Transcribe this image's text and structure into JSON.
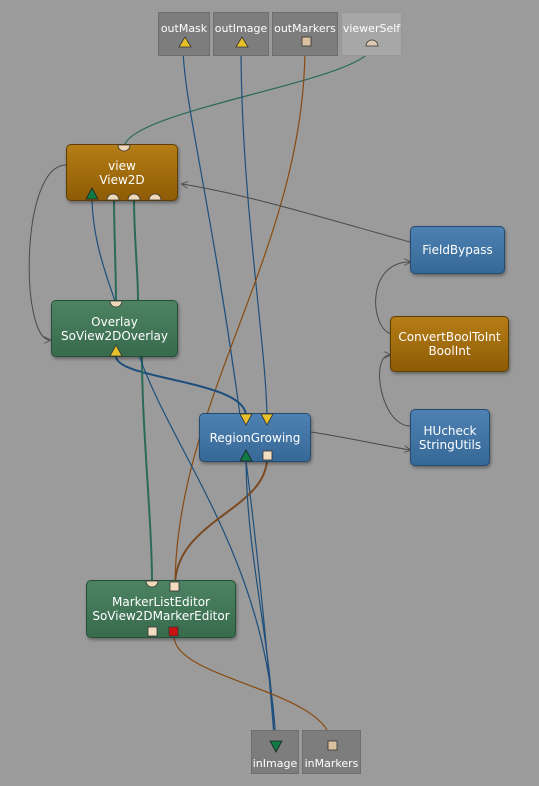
{
  "outputs": [
    {
      "label": "outMask"
    },
    {
      "label": "outImage"
    },
    {
      "label": "outMarkers"
    },
    {
      "label": "viewerSelf"
    }
  ],
  "inputs": [
    {
      "label": "inImage"
    },
    {
      "label": "inMarkers"
    }
  ],
  "nodes": {
    "view": {
      "line1": "view",
      "line2": "View2D"
    },
    "overlay": {
      "line1": "Overlay",
      "line2": "SoView2DOverlay"
    },
    "region": {
      "line1": "RegionGrowing"
    },
    "marker": {
      "line1": "MarkerListEditor",
      "line2": "SoView2DMarkerEditor"
    },
    "fieldbypass": {
      "line1": "FieldBypass"
    },
    "convert": {
      "line1": "ConvertBoolToInt",
      "line2": "BoolInt"
    },
    "hucheck": {
      "line1": "HUcheck",
      "line2": "StringUtils"
    }
  },
  "colors": {
    "background": "#9b9b9b",
    "module_orange": "#a06c0c",
    "module_green": "#427656",
    "module_blue": "#42759f",
    "connection_image": "#1e4f7c",
    "connection_inventor": "#2a6a5a",
    "connection_marker": "#7a4a20",
    "connection_field": "#4a4a4a",
    "port_image": "#e8c12a",
    "port_inventor": "#f0d9b8",
    "port_marker": "#e6c9a0",
    "port_triangle_green": "#0f7a45",
    "port_red": "#cc1111"
  }
}
